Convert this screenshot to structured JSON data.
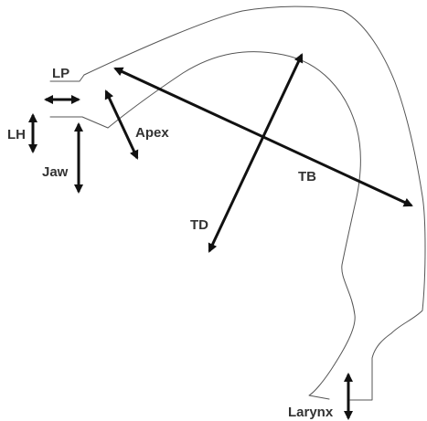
{
  "labels": {
    "lp": "LP",
    "lh": "LH",
    "jaw": "Jaw",
    "apex": "Apex",
    "td": "TD",
    "tb": "TB",
    "larynx": "Larynx"
  },
  "colors": {
    "outline": "#555555",
    "arrow": "#111111",
    "label": "#333333",
    "background": "#ffffff"
  }
}
